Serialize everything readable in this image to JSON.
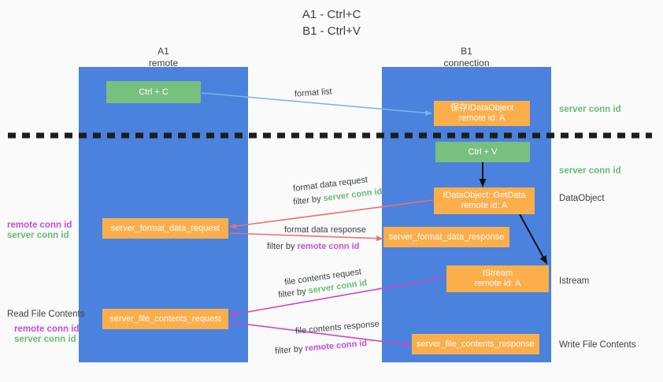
{
  "title": {
    "line1": "A1 - Ctrl+C",
    "line2": "B1 - Ctrl+V"
  },
  "columns": {
    "left": {
      "name": "A1",
      "sub": "remote"
    },
    "right": {
      "name": "B1",
      "sub": "connection"
    }
  },
  "nodes": {
    "ctrl_c": "Ctrl + C",
    "ctrl_v": "Ctrl + V",
    "save_idataobject_l1": "保存IDataObject",
    "save_idataobject_l2": "remote id: A",
    "getdata_l1": "IDataObject::GetData",
    "getdata_l2": "remote id: A",
    "istream_l1": "IStream",
    "istream_l2": "remote id: A",
    "server_format_data_request": "server_format_data_request",
    "server_format_data_response": "server_format_data_response",
    "server_file_contents_request": "server_file_contents_request",
    "server_file_contents_response": "server_file_contents_response"
  },
  "right_labels": {
    "server_conn_id_top": "server conn id",
    "server_conn_id_mid": "server conn id",
    "dataobject": "DataObject",
    "istream": "Istream",
    "write_file_contents": "Write File Contents"
  },
  "left_labels": {
    "remote_conn_id_1": "remote conn id",
    "server_conn_id_1": "server conn id",
    "read_file_contents": "Read File Contents",
    "remote_conn_id_2": "remote conn id",
    "server_conn_id_2": "server conn id"
  },
  "edges": {
    "format_list": "format list",
    "format_data_request": "format data request",
    "format_data_request_filter_pre": "filter by ",
    "format_data_request_filter_key": "server conn id",
    "format_data_response": "format data response",
    "format_data_response_filter_pre": "filter by ",
    "format_data_response_filter_key": "remote conn id",
    "file_contents_request": "file contents request",
    "file_contents_request_filter_pre": "filter by ",
    "file_contents_request_filter_key": "server conn id",
    "file_contents_response": "file contents response",
    "file_contents_response_filter_pre": "filter by ",
    "file_contents_response_filter_key": "remote conn id"
  },
  "colors": {
    "panel_blue": "#4a82dd",
    "node_green": "#78c07e",
    "node_orange": "#fcae4b",
    "green_text": "#6cbb73",
    "purple_text": "#c44fd3",
    "arrow_lightblue": "#7cb4e8",
    "arrow_red": "#ef6e6e",
    "arrow_magenta": "#cc44cc",
    "arrow_black": "#000000",
    "background": "#fafafa"
  }
}
